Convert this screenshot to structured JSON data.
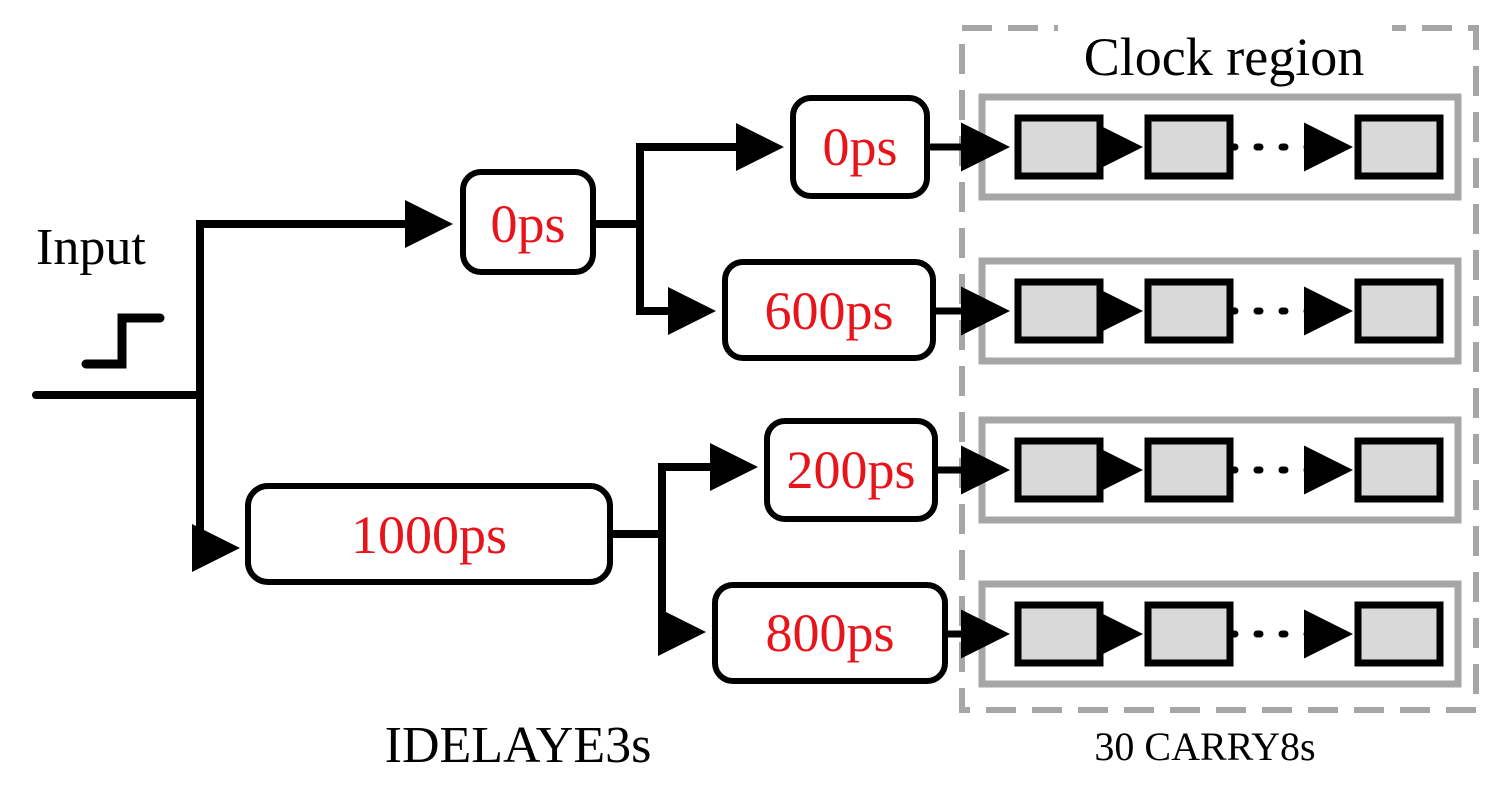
{
  "labels": {
    "input": "Input",
    "clock_region": "Clock region",
    "idelay": "IDELAYE3s",
    "carry": "30 CARRY8s"
  },
  "delays": {
    "top": "0ps",
    "top_top": "0ps",
    "top_bottom": "600ps",
    "bottom": "1000ps",
    "bottom_top": "200ps",
    "bottom_bottom": "800ps"
  },
  "colors": {
    "delay_text": "#e8141b",
    "wire": "#000000",
    "cell_fill": "#d9d9d9",
    "frame": "#a6a6a6"
  },
  "rows": 4,
  "cells_per_row_shown": 3
}
